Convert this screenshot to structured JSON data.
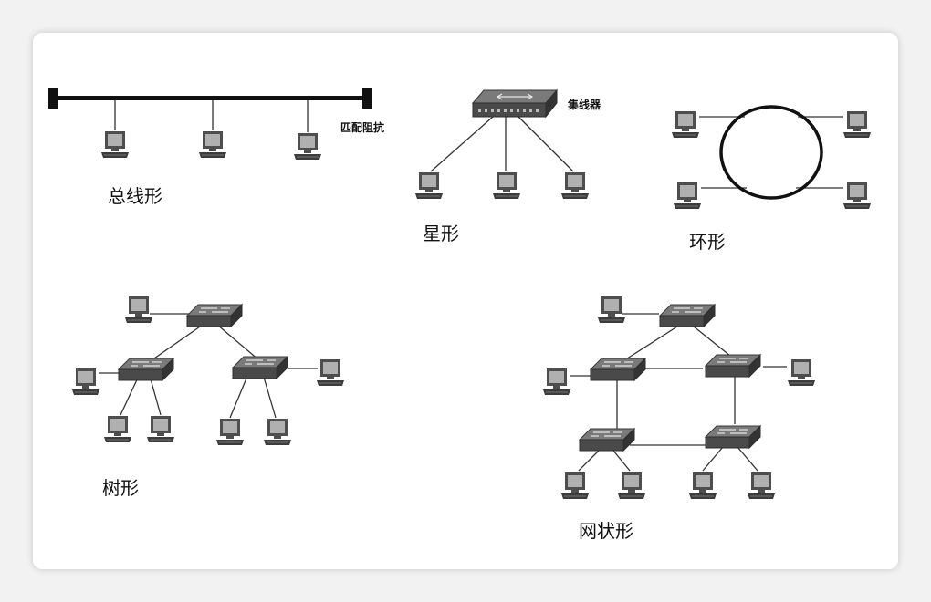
{
  "labels": {
    "bus": "总线形",
    "terminator": "匹配阻抗",
    "star": "星形",
    "hub": "集线器",
    "ring": "环形",
    "tree": "树形",
    "mesh": "网状形"
  },
  "colors": {
    "line": "#333333",
    "bus_bar": "#111111",
    "computer": "#555555",
    "screen": "#a9a9a9",
    "switch": "#5a5a5a",
    "background": "#ffffff"
  },
  "icons": {
    "computer": "computer-icon",
    "switch": "switch-icon",
    "hub": "hub-icon",
    "terminator": "terminator-icon"
  }
}
